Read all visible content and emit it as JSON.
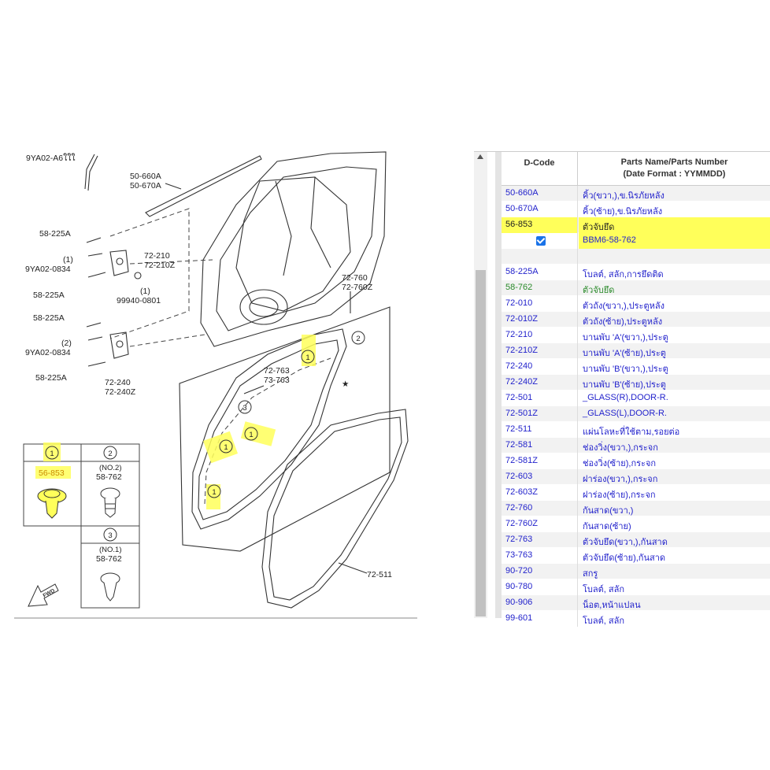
{
  "diagram": {
    "labels": {
      "l1": "9YA02-A6ใใใ",
      "l2": "50-660A",
      "l3": "50-670A",
      "l4": "58-225A",
      "l5": "(1)",
      "l6": "9YA02-0834",
      "l7": "72-210",
      "l8": "72-210Z",
      "l9": "58-225A",
      "l10": "(1)",
      "l11": "99940-0801",
      "l12": "58-225A",
      "l13": "(2)",
      "l14": "9YA02-0834",
      "l15": "58-225A",
      "l16": "72-240",
      "l17": "72-240Z",
      "l18": "72-760",
      "l19": "72-760Z",
      "l20": "72-763",
      "l21": "73-763",
      "l22": "72-511",
      "star": "★"
    },
    "callouts": {
      "c1": "1",
      "c2": "2",
      "c3": "3"
    },
    "legend": {
      "col1_num": "1",
      "col1_part": "56-853",
      "col2_num": "2",
      "col2_sub": "(NO.2)",
      "col2_part": "58-762",
      "col3_num": "3",
      "col3_sub": "(NO.1)",
      "col3_part": "58-762"
    },
    "fwd": "FWD",
    "highlight_color": "#ffff5a"
  },
  "table": {
    "header": {
      "code": "D-Code",
      "name_line1": "Parts Name/Parts Number",
      "name_line2": "(Date Format : YYMMDD)"
    },
    "rows": [
      {
        "code": "50-660A",
        "name": "คิ้ว(ขวา,),ข.นิรภัยหลัง",
        "style": "blue"
      },
      {
        "code": "50-670A",
        "name": "คิ้ว(ซ้าย),ข.นิรภัยหลัง",
        "style": "blue"
      },
      {
        "code": "56-853",
        "name": "ตัวจับยึด",
        "style": "dark",
        "highlight": true
      },
      {
        "code": "",
        "name": "BBM6-58-762",
        "style": "blue",
        "checkbox": true,
        "highlight": true
      },
      {
        "code": "",
        "name": "",
        "style": "blank"
      },
      {
        "code": "58-225A",
        "name": "โบลต์, สลัก,การยึดติด",
        "style": "blue"
      },
      {
        "code": "58-762",
        "name": "ตัวจับยึด",
        "style": "green"
      },
      {
        "code": "72-010",
        "name": "ตัวถัง(ขวา,),ประตูหลัง",
        "style": "blue"
      },
      {
        "code": "72-010Z",
        "name": "ตัวถัง(ซ้าย),ประตูหลัง",
        "style": "blue"
      },
      {
        "code": "72-210",
        "name": "บานพับ 'A'(ขวา,),ประตู",
        "style": "blue"
      },
      {
        "code": "72-210Z",
        "name": "บานพับ 'A'(ซ้าย),ประตู",
        "style": "blue"
      },
      {
        "code": "72-240",
        "name": "บานพับ 'B'(ขวา,),ประตู",
        "style": "blue"
      },
      {
        "code": "72-240Z",
        "name": "บานพับ 'B'(ซ้าย),ประตู",
        "style": "blue"
      },
      {
        "code": "72-501",
        "name": "_GLASS(R),DOOR-R.",
        "style": "blue"
      },
      {
        "code": "72-501Z",
        "name": "_GLASS(L),DOOR-R.",
        "style": "blue"
      },
      {
        "code": "72-511",
        "name": "แผ่นโลหะที่ใช้ตาม,รอยต่อ",
        "style": "blue"
      },
      {
        "code": "72-581",
        "name": "ช่องวิ่ง(ขวา,),กระจก",
        "style": "blue"
      },
      {
        "code": "72-581Z",
        "name": "ช่องวิ่ง(ซ้าย),กระจก",
        "style": "blue"
      },
      {
        "code": "72-603",
        "name": "ฝาร่อง(ขวา,),กระจก",
        "style": "blue"
      },
      {
        "code": "72-603Z",
        "name": "ฝาร่อง(ซ้าย),กระจก",
        "style": "blue"
      },
      {
        "code": "72-760",
        "name": "กันสาด(ขวา,)",
        "style": "blue"
      },
      {
        "code": "72-760Z",
        "name": "กันสาด(ซ้าย)",
        "style": "blue"
      },
      {
        "code": "72-763",
        "name": "ตัวจับยึด(ขวา,),กันสาด",
        "style": "blue"
      },
      {
        "code": "73-763",
        "name": "ตัวจับยึด(ซ้าย),กันสาด",
        "style": "blue"
      },
      {
        "code": "90-720",
        "name": "สกรู",
        "style": "blue"
      },
      {
        "code": "90-780",
        "name": "โบลต์, สลัก",
        "style": "blue"
      },
      {
        "code": "90-906",
        "name": "น็อต,หน้าแปลน",
        "style": "blue"
      },
      {
        "code": "99-601",
        "name": "โบลต์, สลัก",
        "style": "blue"
      }
    ]
  }
}
